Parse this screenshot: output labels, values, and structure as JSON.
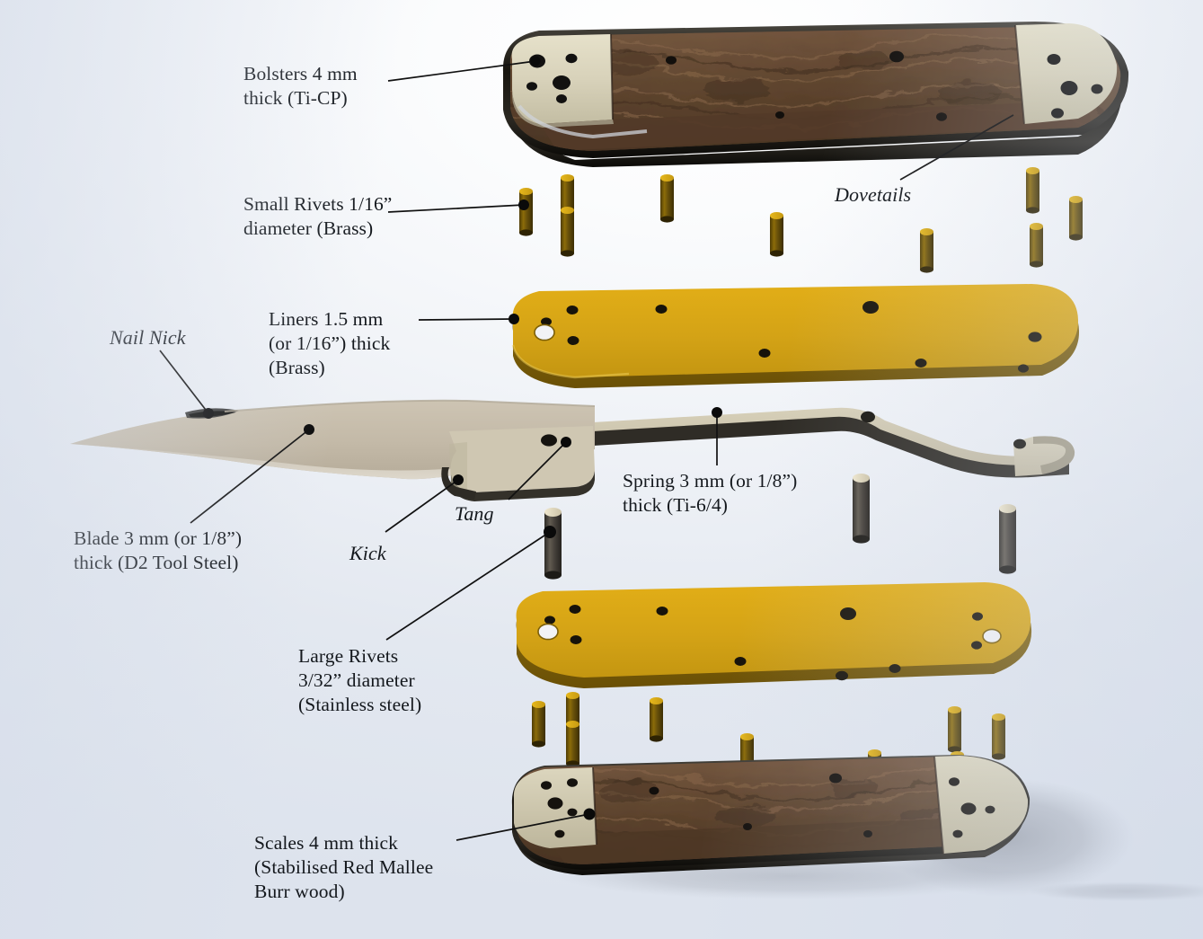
{
  "diagram": {
    "title": "Exploded view of a slipjoint folding knife",
    "type": "exploded-assembly-diagram",
    "background_color": "#e6ebf3"
  },
  "labels": [
    {
      "id": "bolsters",
      "text": "Bolsters 4 mm\nthick (Ti-CP)",
      "style": "roman",
      "target": "bolster-plate-top"
    },
    {
      "id": "dovetails",
      "text": "Dovetails",
      "style": "italic",
      "target": "bolster-wood-joint"
    },
    {
      "id": "small-rivets",
      "text": "Small Rivets 1/16”\ndiameter (Brass)",
      "style": "roman",
      "target": "brass-pin"
    },
    {
      "id": "liners",
      "text": "Liners 1.5 mm\n(or 1/16”) thick\n(Brass)",
      "style": "roman",
      "target": "liner-top"
    },
    {
      "id": "nail-nick",
      "text": "Nail Nick",
      "style": "italic",
      "target": "blade-nail-nick"
    },
    {
      "id": "blade",
      "text": "Blade 3 mm (or 1/8”)\nthick (D2 Tool Steel)",
      "style": "roman",
      "target": "blade-body"
    },
    {
      "id": "kick",
      "text": "Kick",
      "style": "italic",
      "target": "blade-kick"
    },
    {
      "id": "tang",
      "text": "Tang",
      "style": "italic",
      "target": "blade-tang"
    },
    {
      "id": "spring",
      "text": "Spring 3 mm (or 1/8”)\nthick (Ti-6/4)",
      "style": "roman",
      "target": "spring-body"
    },
    {
      "id": "large-rivets",
      "text": "Large Rivets\n3/32” diameter\n(Stainless steel)",
      "style": "roman",
      "target": "stainless-pin"
    },
    {
      "id": "scales",
      "text": "Scales 4 mm thick\n(Stabilised Red Mallee\nBurr wood)",
      "style": "roman",
      "target": "scale-bottom"
    }
  ],
  "components": [
    {
      "id": "scale-top",
      "name": "Top scale assembly",
      "material": "Stabilised Red Mallee Burr wood",
      "thickness": "4 mm",
      "color": "#5c4334"
    },
    {
      "id": "bolster-top",
      "name": "Top bolsters",
      "material": "Ti-CP titanium",
      "thickness": "4 mm",
      "color": "#d9d4bd"
    },
    {
      "id": "liner-top",
      "name": "Top liner",
      "material": "Brass",
      "thickness": "1.5 mm (1/16”)",
      "color": "#d2a014"
    },
    {
      "id": "blade",
      "name": "Blade",
      "material": "D2 Tool Steel",
      "thickness": "3 mm (1/8”)",
      "color": "#c6bcab"
    },
    {
      "id": "spring",
      "name": "Backspring",
      "material": "Ti-6/4 titanium",
      "thickness": "3 mm (1/8”)",
      "color": "#cfc7b2"
    },
    {
      "id": "liner-bottom",
      "name": "Bottom liner",
      "material": "Brass",
      "thickness": "1.5 mm (1/16”)",
      "color": "#d2a014"
    },
    {
      "id": "scale-bottom",
      "name": "Bottom scale assembly",
      "material": "Stabilised Red Mallee Burr wood",
      "thickness": "4 mm",
      "color": "#5c4334"
    },
    {
      "id": "small-rivets",
      "name": "Small rivets",
      "material": "Brass",
      "diameter": "1/16”",
      "color": "#b89114"
    },
    {
      "id": "large-rivets",
      "name": "Large rivets",
      "material": "Stainless steel",
      "diameter": "3/32”",
      "color": "#4c4740"
    }
  ],
  "colors": {
    "brass_light": "#e3b41c",
    "brass_body": "#c79a12",
    "brass_dark": "#6f560a",
    "titanium": "#d9d4bd",
    "titanium_edge": "#3a3832",
    "wood_dark": "#4a3527",
    "wood_mid": "#6b4f3a",
    "wood_light": "#8a6a4e",
    "steel_blade": "#c6bcab",
    "stainless_body": "#4b463f",
    "stainless_top": "#e9e0c9",
    "leader_line": "#111111",
    "text": "#14181d"
  }
}
